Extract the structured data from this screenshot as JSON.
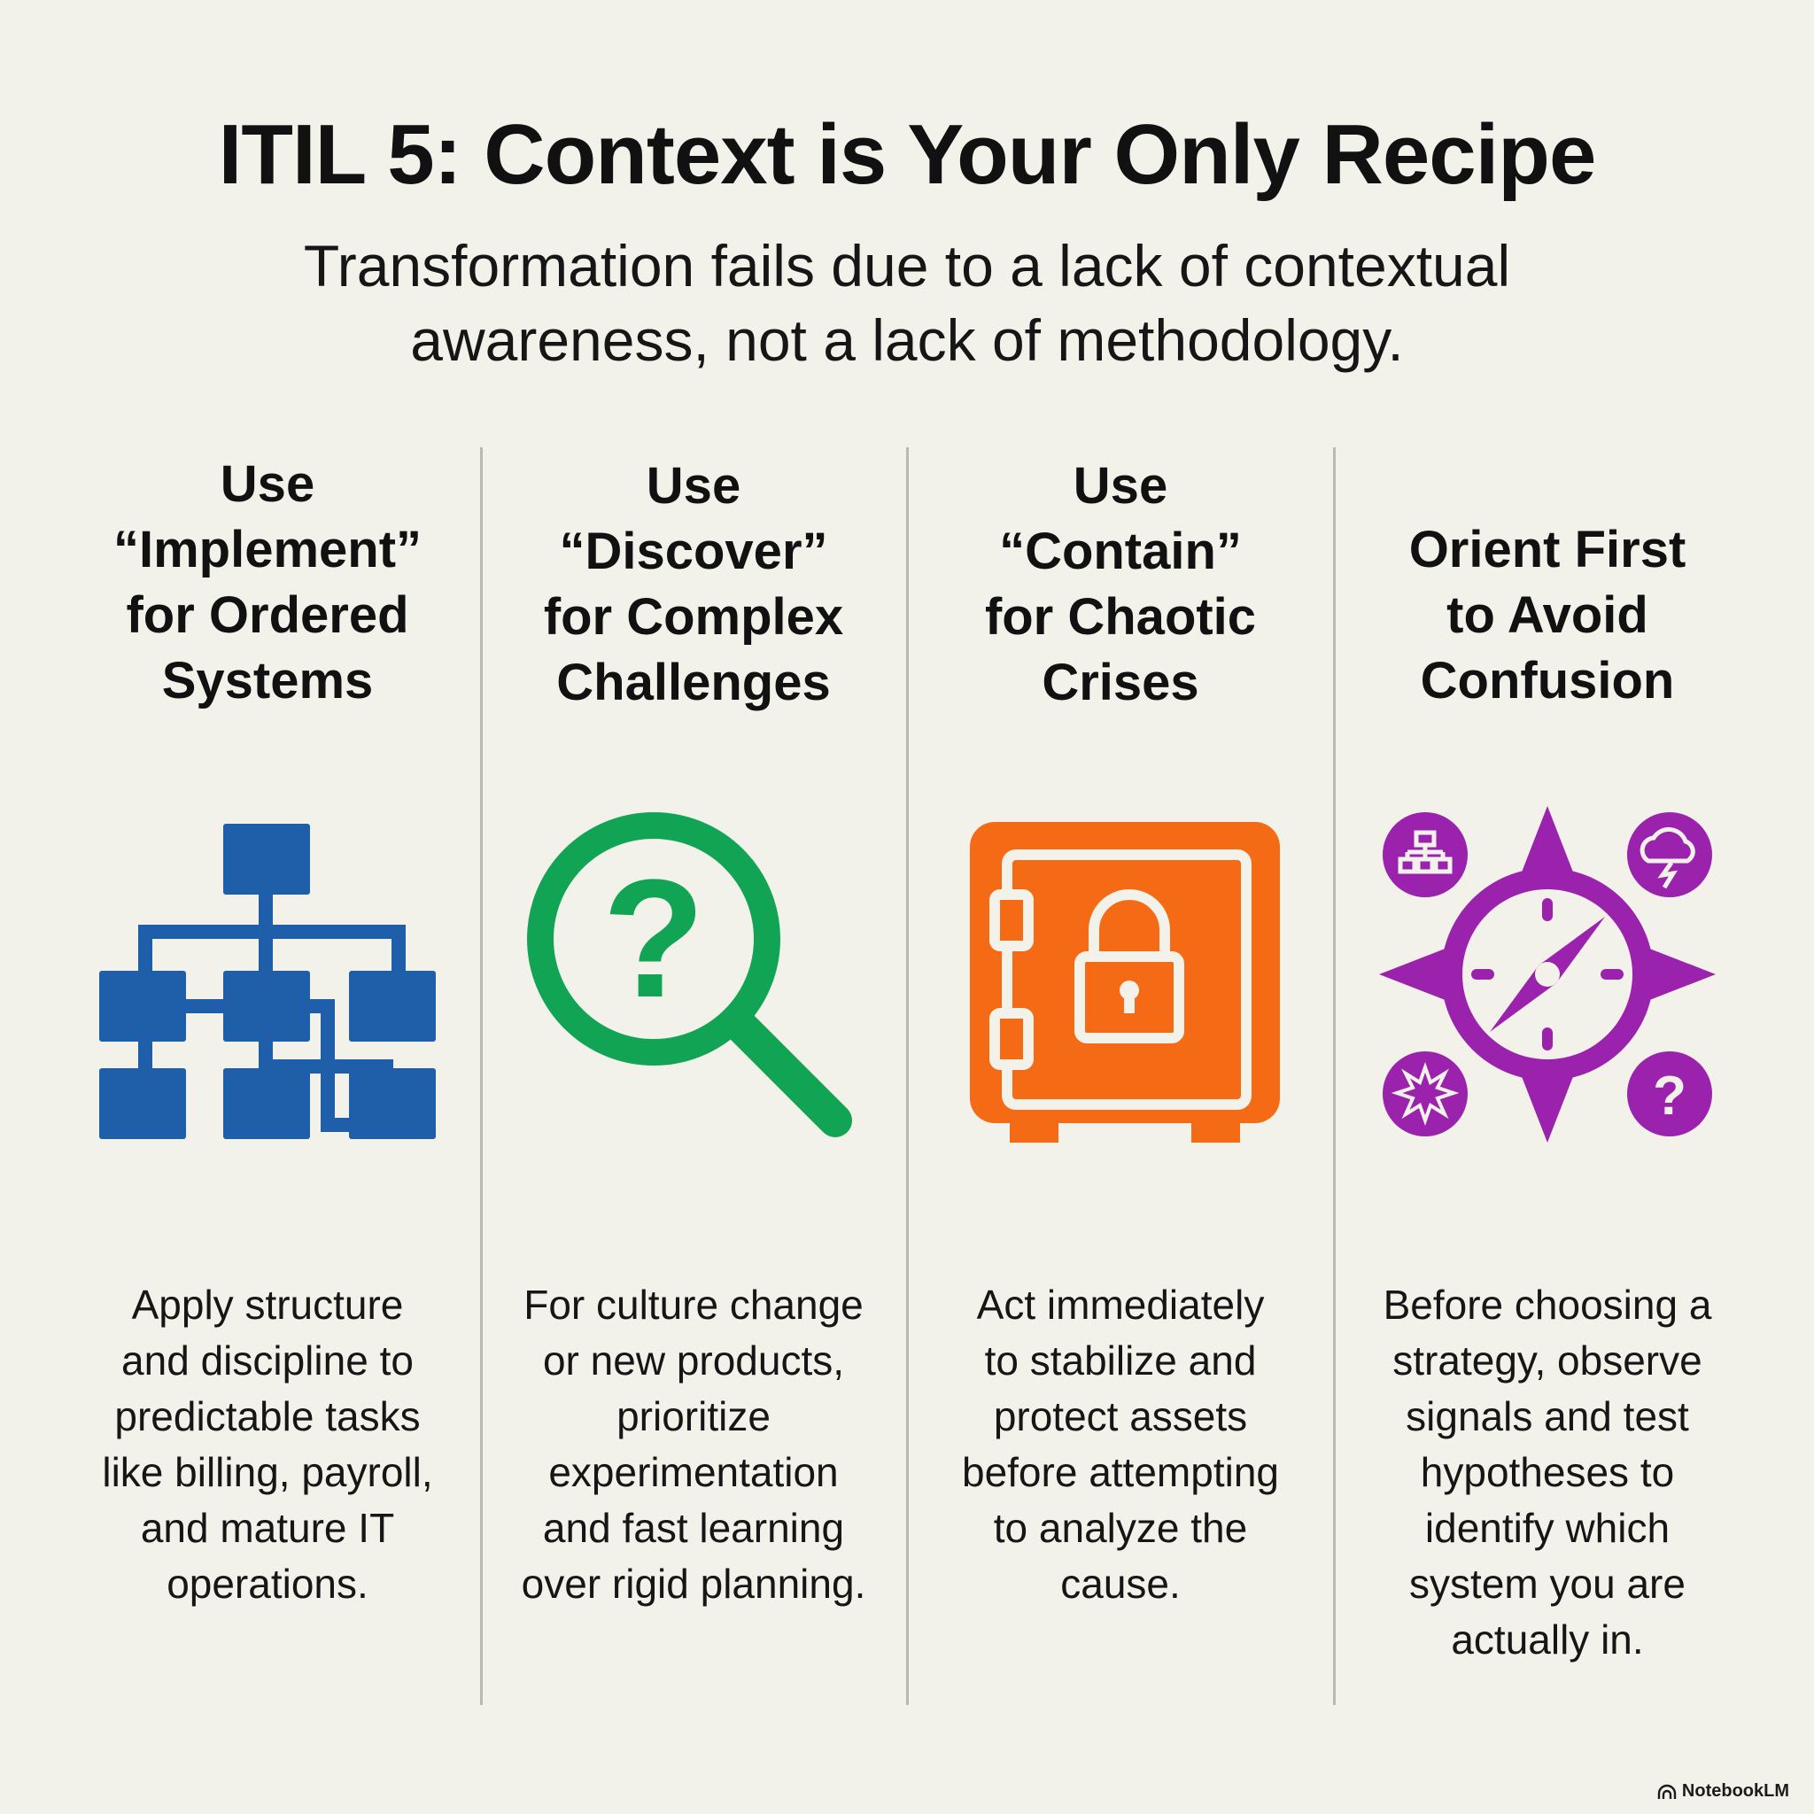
{
  "title": "ITIL 5: Context is Your Only Recipe",
  "subtitle": "Transformation fails due to a lack of contextual awareness, not a lack of methodology.",
  "columns": [
    {
      "heading_lines": [
        "Use",
        "“Implement”",
        "for Ordered",
        "Systems"
      ],
      "icon": "hierarchy-flowchart-icon",
      "color": "#1f5ea8",
      "desc_lines": [
        "Apply structure",
        "and discipline to",
        "predictable tasks",
        "like billing, payroll,",
        "and mature IT",
        "operations."
      ]
    },
    {
      "heading_lines": [
        "Use",
        "“Discover”",
        "for Complex",
        "Challenges"
      ],
      "icon": "magnifier-question-icon",
      "color": "#12a455",
      "desc_lines": [
        "For culture change",
        "or new products,",
        "prioritize",
        "experimentation",
        "and fast learning",
        "over rigid planning."
      ]
    },
    {
      "heading_lines": [
        "Use",
        "“Contain”",
        "for Chaotic",
        "Crises"
      ],
      "icon": "locked-safe-icon",
      "color": "#f56a14",
      "desc_lines": [
        "Act immediately",
        "to stabilize and",
        "protect assets",
        "before attempting",
        "to analyze the",
        "cause."
      ]
    },
    {
      "heading_lines": [
        "Orient First",
        "to Avoid",
        "Confusion"
      ],
      "icon": "compass-with-context-icons",
      "color": "#9b22ad",
      "desc_lines": [
        "Before choosing a",
        "strategy, observe",
        "signals and test",
        "hypotheses to",
        "identify which",
        "system you are",
        "actually in."
      ]
    }
  ],
  "brand": "NotebookLM"
}
